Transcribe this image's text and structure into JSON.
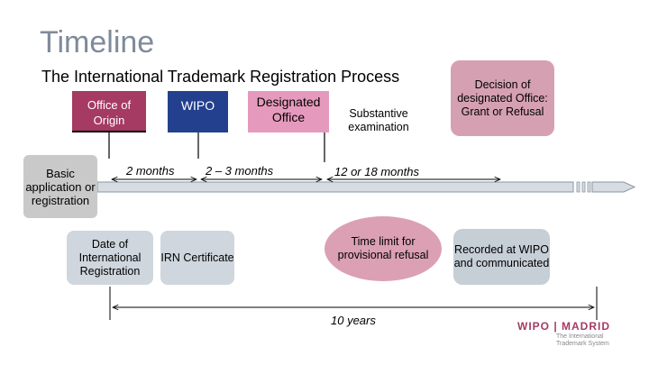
{
  "title": "Timeline",
  "subtitle": "The International Trademark Registration Process",
  "flags": {
    "origin": "Office of Origin",
    "wipo": "WIPO",
    "designated": "Designated Office"
  },
  "boxes": {
    "basic": "Basic application or registration",
    "date": "Date of International Registration",
    "irn": "IRN Certificate",
    "recorded": "Recorded at WIPO and communicated",
    "decision": "Decision of designated Office: Grant or Refusal"
  },
  "ellipses": {
    "substantive": "Substantive examination",
    "time_limit": "Time limit for provisional refusal"
  },
  "durations": {
    "two_months": "2 months",
    "two_three_months": "2 – 3 months",
    "twelve_eighteen": "12 or 18 months",
    "ten_years": "10 years"
  },
  "logo": {
    "wordmark": "WIPO | MADRID",
    "tagline": "The International Trademark System"
  },
  "colors": {
    "title": "#7f8a9a",
    "origin_flag": "#a53a63",
    "wipo_flag": "#23408e",
    "designated_flag": "#e59abd",
    "decision_box": "#d6a0b3",
    "time_limit_ellipse": "#dba0b4",
    "grey_box": "#cfd6de"
  }
}
